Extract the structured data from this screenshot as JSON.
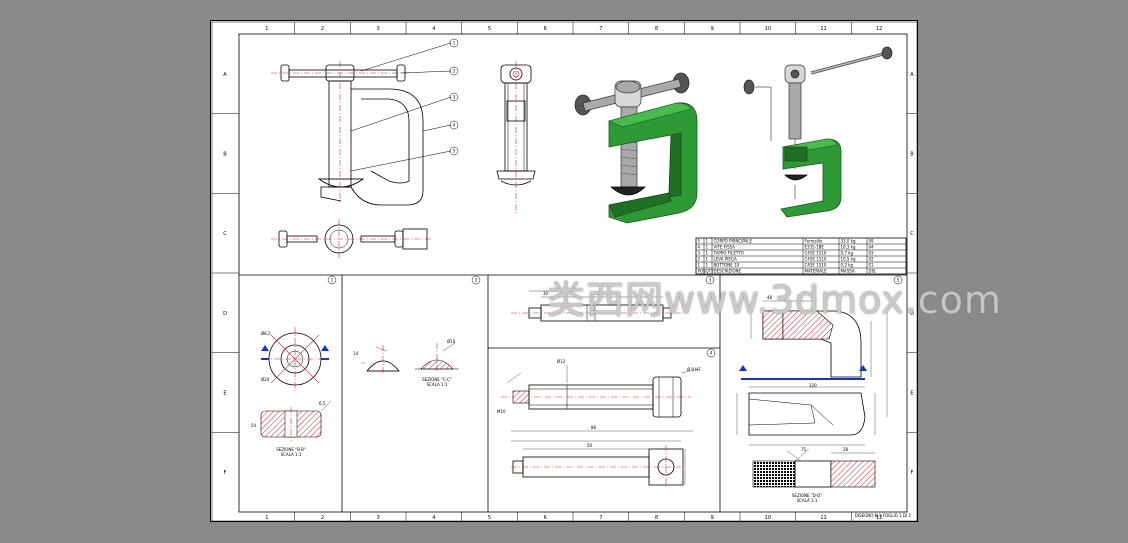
{
  "watermark": "类西网www.3dmox.com",
  "zones_top": [
    "1",
    "2",
    "3",
    "4",
    "5",
    "6",
    "7",
    "8",
    "9",
    "10",
    "11",
    "12"
  ],
  "zones_side": [
    "A",
    "B",
    "C",
    "D",
    "E",
    "F"
  ],
  "callouts": [
    "1",
    "2",
    "3",
    "4",
    "5"
  ],
  "view_numbers": [
    "1",
    "2",
    "3",
    "4",
    "5"
  ],
  "bom_rows": [
    [
      "5",
      "1",
      "CORPO PRINCIPALE",
      "Ferrosilio",
      "33,0 kg",
      "09"
    ],
    [
      "4",
      "1",
      "VITE FISSA",
      "E335-1BE",
      "10,3 kg",
      "04"
    ],
    [
      "3",
      "1",
      "TAPPO FILETTO",
      "C45E 1510",
      "0,7 kg",
      "03"
    ],
    [
      "2",
      "1",
      "LEVA PIEGA",
      "C45E 1510",
      "10,5 kg",
      "02"
    ],
    [
      "1",
      "1",
      "BOTTONE 10",
      "C45E 1510",
      "0,2 kg",
      "01"
    ]
  ],
  "bom_footer": [
    "POS",
    "QTY",
    "DESCRIZIONE",
    "MATERIALE",
    "MASSA",
    "DIS."
  ],
  "section_labels": [
    "SEZIONE \"B-B\"",
    "SEZIONE \"C-C\"",
    "SEZIONE \"D-D\""
  ],
  "scale_labels": [
    "SCALA 1:1",
    "SCALA 1:1",
    "SCALA 1:1"
  ],
  "dims": {
    "d1": "Ø8,2",
    "d2": "Ø20",
    "d3": "54",
    "d4": "6,5",
    "d5": "14",
    "d6": "Ø10",
    "d7": "M10",
    "d8": "30",
    "d9": "20",
    "d10": "Ø 9 H7",
    "d11": "86",
    "d12": "Ø12",
    "d13": "50",
    "d14": "120",
    "d15": "75",
    "d16": "48",
    "d17": "20",
    "d18": "28"
  },
  "sheet_footer": "DISEGNO N.1 FOGLIO 1 DI 1",
  "colors": {
    "background": "#8a8a8a",
    "part": "#2e9a36",
    "centerline": "#e0242a",
    "section_mark": "#1a2fd0"
  }
}
